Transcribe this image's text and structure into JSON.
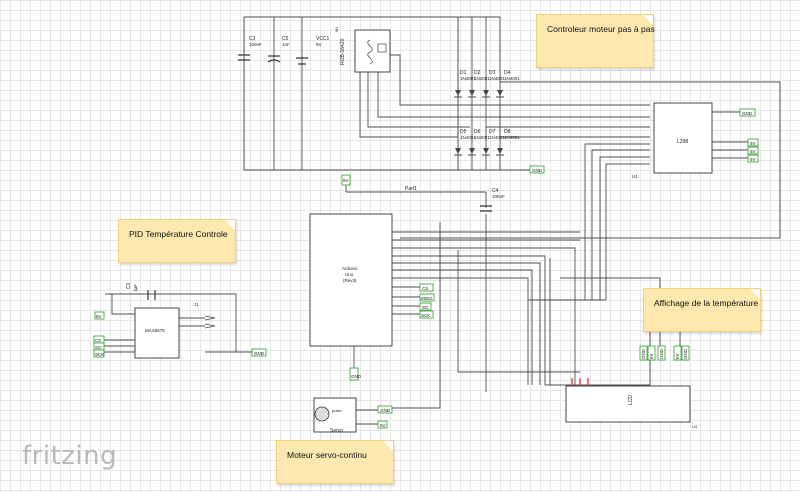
{
  "notes": {
    "stepper": "Controleur moteur pas à pas",
    "pid": "PID Température Controle",
    "display": "Affichage de la température",
    "servo": "Moteur servo-continu"
  },
  "logo": "fritzing",
  "labels": {
    "c3_name": "C3",
    "c3_value": "100nF",
    "c5_name": "C5",
    "c5_value": "1nF",
    "vcc_name": "VCC1",
    "vcc_value": "9V",
    "motor_part": "ROB-08420",
    "motor_ref": "M1",
    "d1": "D1",
    "d2": "D2",
    "d3": "D3",
    "d4": "D4",
    "d5": "D5",
    "d6": "D6",
    "d7": "D7",
    "d8": "D8",
    "diode_model": "1N4001",
    "l298": "L298",
    "u1": "U1",
    "part1": "Part1",
    "c4_name": "C4",
    "c4_value": "100nF",
    "arduino_line1": "Arduino",
    "arduino_line2": "Uno",
    "arduino_line3": "(Rev3)",
    "max6675": "MAX6675",
    "c1": "C1",
    "c1_value": "1µF",
    "j1": "J1",
    "servo": "Servo",
    "servo_pulse": "pulse",
    "lcd": "LCD",
    "lcd_ref": "U3"
  },
  "nets": {
    "gnd_top_right": "GND",
    "gnd_mid": "GND",
    "gnd_left": "GND",
    "gnd_servo": "GND",
    "fiveV_servo": "5V",
    "fiveV_left": "5V",
    "cs": "CS",
    "miso": "MISO",
    "so": "SO",
    "sck_arduino": "SCK",
    "cs_left": "CS",
    "so_left": "SO",
    "sck_left": "SCK",
    "l298_5v_1": "5V",
    "l298_5v_2": "5V",
    "l298_5v_3": "5V",
    "vin_top": "5V",
    "gnd_arduino": "GND",
    "lcd_pins": [
      "GND",
      "5V",
      "GND",
      "5V",
      "GND"
    ]
  }
}
